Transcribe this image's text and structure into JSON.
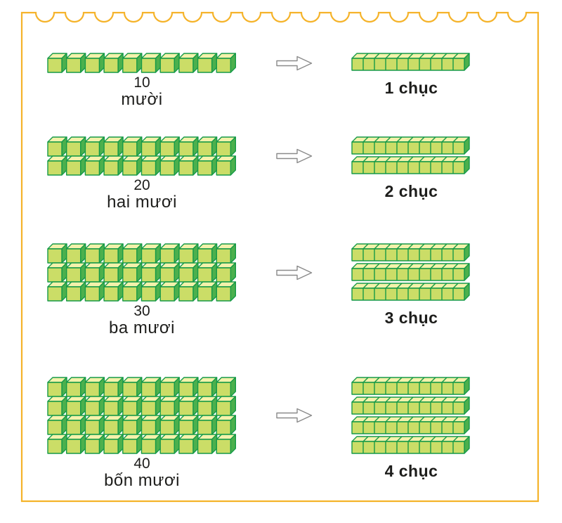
{
  "title": "Chục (tens) cube grouping illustration",
  "colors": {
    "page_border": "#f5b32a",
    "cube_front": "#cbdd67",
    "cube_top": "#f4f2ab",
    "cube_side": "#4cb04d",
    "cube_outline": "#169a48",
    "arrow_outline": "#8a8a8a",
    "text": "#1d1d1b"
  },
  "icons": {
    "arrow": "right-block-arrow"
  },
  "sections": [
    {
      "number": "10",
      "word": "mười",
      "tens": 1,
      "tens_label": "1 chục"
    },
    {
      "number": "20",
      "word": "hai mươi",
      "tens": 2,
      "tens_label": "2 chục"
    },
    {
      "number": "30",
      "word": "ba mươi",
      "tens": 3,
      "tens_label": "3 chục"
    },
    {
      "number": "40",
      "word": "bốn mươi",
      "tens": 4,
      "tens_label": "4 chục"
    }
  ]
}
